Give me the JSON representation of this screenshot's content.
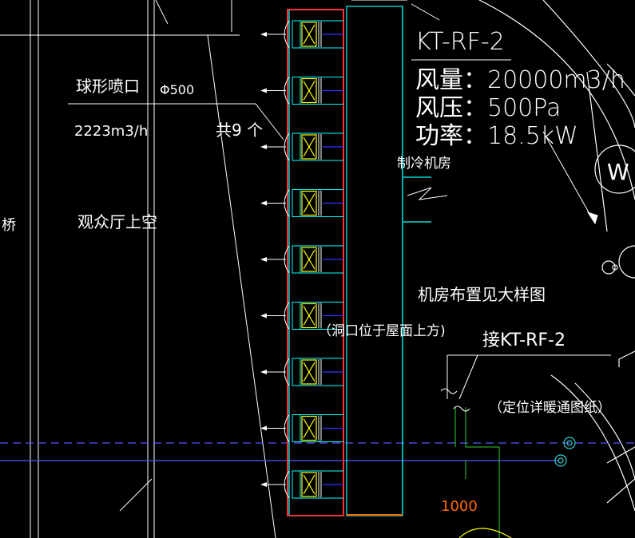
{
  "colors": {
    "background": "#000000",
    "white": "#ffffff",
    "cyan": "#00ffff",
    "yellow": "#ffff00",
    "blue": "#3333ff",
    "red": "#ff3333",
    "orange": "#ff6a00",
    "green": "#33cc33",
    "gray": "#bbbbbb"
  },
  "labels": {
    "spherical_nozzle": "球形喷口",
    "nozzle_diameter": "Φ500",
    "flow_per_nozzle": "2223m3/h",
    "nozzle_count": "共9 个",
    "bridge_fragment": "桥",
    "auditorium_void": "观众厅上空",
    "fan_id": "KT-RF-2",
    "air_volume": "风量：20000m3/h",
    "air_pressure": "风压：500Pa",
    "power": "功率：18.5kW",
    "chiller_room": "制冷机房",
    "room_layout_note": "机房布置见大样图",
    "opening_note": "（洞口位于屋面上方)",
    "connect_note": "接KT-RF-2",
    "position_note": "（定位详暖通图纸）",
    "dimension": "1000",
    "w_symbol": "W"
  },
  "nozzle_units": 9
}
